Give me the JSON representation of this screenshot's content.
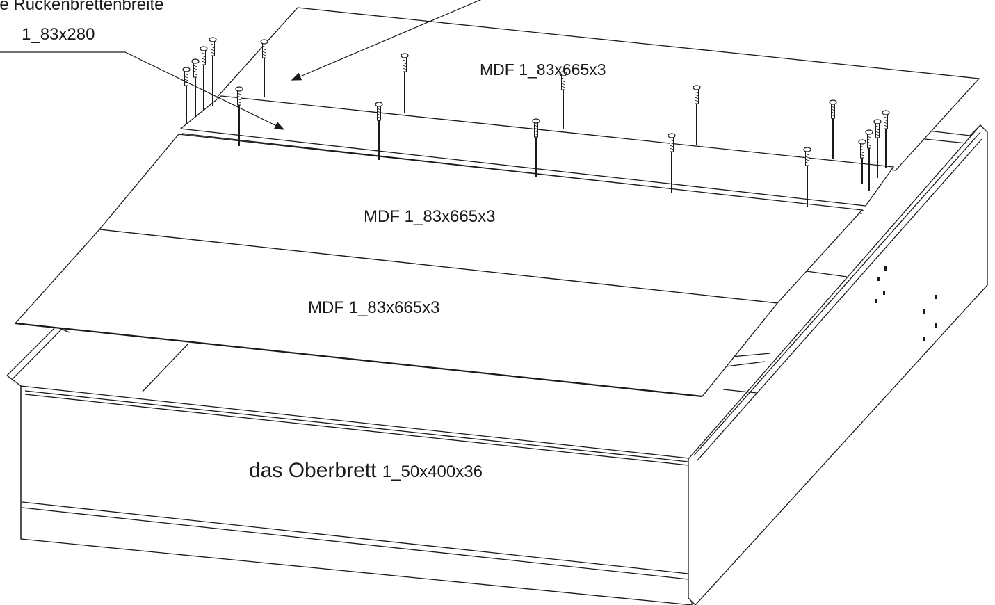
{
  "labels": {
    "back_board_title": "ie Rückenbrettenbreite",
    "back_board_dim": "1_83x280",
    "mdf_top": "MDF 1_83x665x3",
    "mdf_middle": "MDF 1_83x665x3",
    "mdf_lower": "MDF 1_83x665x3",
    "top_board_name": "das Oberbrett",
    "top_board_dim": "1_50x400x36"
  },
  "colors": {
    "line": "#1a1a1a",
    "background": "#ffffff"
  }
}
